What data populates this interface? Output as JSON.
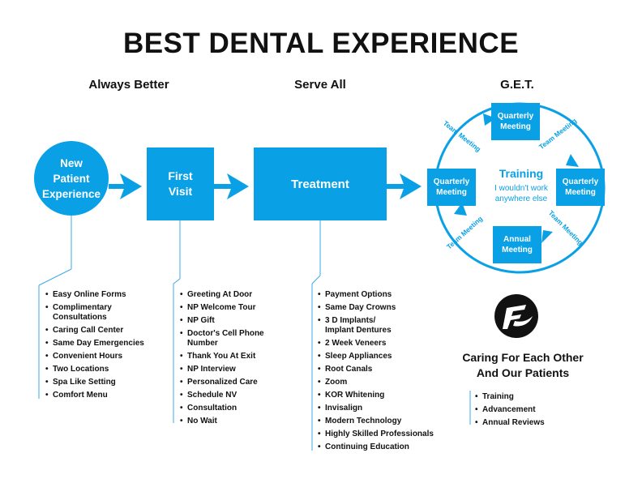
{
  "title": "BEST DENTAL EXPERIENCE",
  "columns": {
    "always_better": "Always Better",
    "serve_all": "Serve All",
    "get": "G.E.T."
  },
  "flow": {
    "new_patient_line1": "New",
    "new_patient_line2": "Patient",
    "new_patient_line3": "Experience",
    "first_visit_line1": "First",
    "first_visit_line2": "Visit",
    "treatment": "Treatment"
  },
  "new_patient_items": [
    "Easy Online Forms",
    "Complimentary Consultations",
    "Caring Call Center",
    "Same Day Emergencies",
    "Convenient Hours",
    "Two Locations",
    "Spa Like Setting",
    "Comfort Menu"
  ],
  "first_visit_items": [
    "Greeting At Door",
    "NP Welcome Tour",
    "NP Gift",
    "Doctor's Cell Phone Number",
    "Thank You At Exit",
    "NP Interview",
    "Personalized Care",
    "Schedule NV",
    "Consultation",
    "No Wait"
  ],
  "treatment_items": [
    "Payment Options",
    "Same Day Crowns",
    "3 D Implants/ Implant Dentures",
    "2 Week Veneers",
    "Sleep Appliances",
    "Root Canals",
    "Zoom",
    "KOR Whitening",
    "Invisalign",
    "Modern Technology",
    "Highly Skilled Professionals",
    "Continuing Education"
  ],
  "cycle": {
    "top": "Quarterly Meeting",
    "right": "Quarterly Meeting",
    "bottom": "Annual Meeting",
    "left": "Quarterly Meeting",
    "team_meeting": "Team Meeting",
    "center_title": "Training",
    "center_sub": "I wouldn't work anywhere else"
  },
  "caring": {
    "line1": "Caring For Each Other",
    "line2": "And Our Patients",
    "items": [
      "Training",
      "Advancement",
      "Annual Reviews"
    ]
  },
  "colors": {
    "blue": "#0aa0e6",
    "text": "#111111",
    "line": "#3aa9e8"
  },
  "icons": {
    "logo": "f-logo-icon"
  }
}
